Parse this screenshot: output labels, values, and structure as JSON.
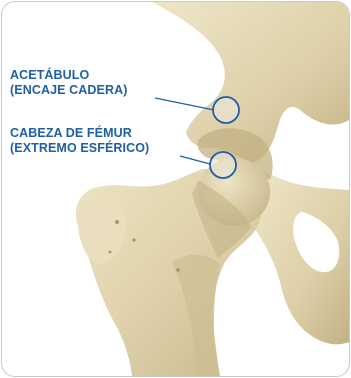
{
  "labels": [
    {
      "line1": "ACETÁBULO",
      "line2": "(ENCAJE CADERA)"
    },
    {
      "line1": "CABEZA DE FÉMUR",
      "line2": "(EXTREMO ESFÉRICO)"
    }
  ],
  "colors": {
    "label_text": "#1f5fa8",
    "leader_line": "#1f5fa8",
    "marker_stroke": "#1f5fa8",
    "marker_fill": "#e9e4d6",
    "bone_light": "#e8ddbd",
    "bone_mid": "#d6c79d",
    "bone_shadow": "#b3a176",
    "border": "#c9c9c9"
  }
}
